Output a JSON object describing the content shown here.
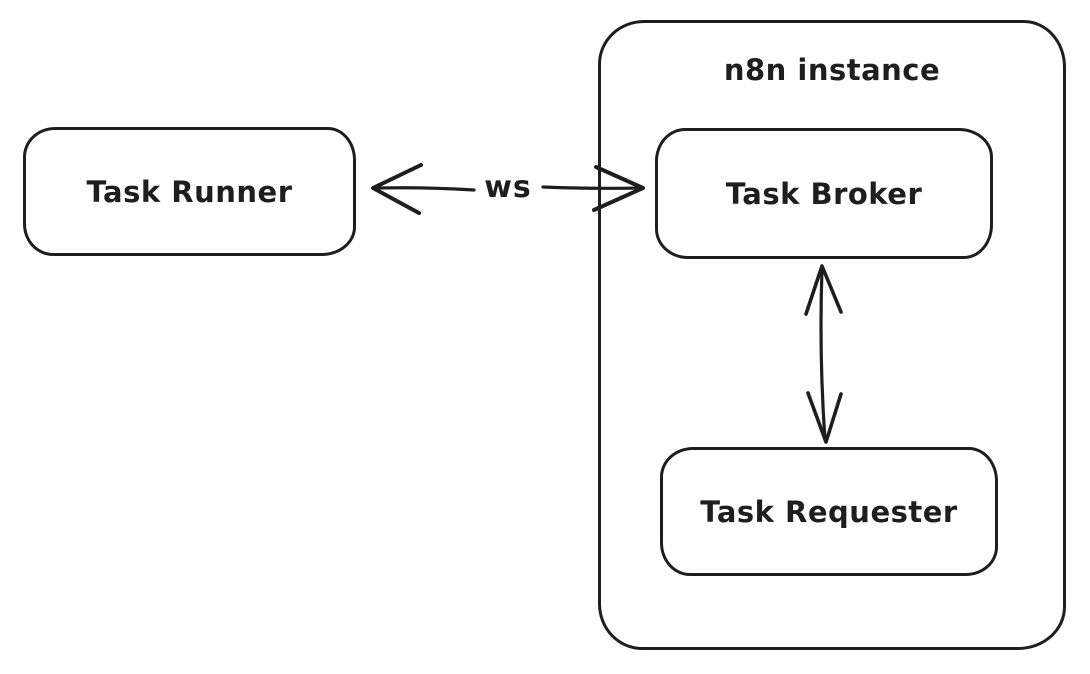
{
  "diagram": {
    "type": "architecture-diagram",
    "style": "hand-drawn",
    "colors": {
      "background": "#ffffff",
      "stroke": "#1e1e1e",
      "text": "#1e1e1e"
    },
    "nodes": {
      "task_runner": {
        "label": "Task Runner"
      },
      "n8n_instance": {
        "title": "n8n instance"
      },
      "task_broker": {
        "label": "Task Broker"
      },
      "task_requester": {
        "label": "Task Requester"
      }
    },
    "edges": [
      {
        "from": "Task Runner",
        "to": "Task Broker",
        "label": "ws",
        "direction": "bidirectional"
      },
      {
        "from": "Task Broker",
        "to": "Task Requester",
        "label": "",
        "direction": "bidirectional"
      }
    ]
  }
}
